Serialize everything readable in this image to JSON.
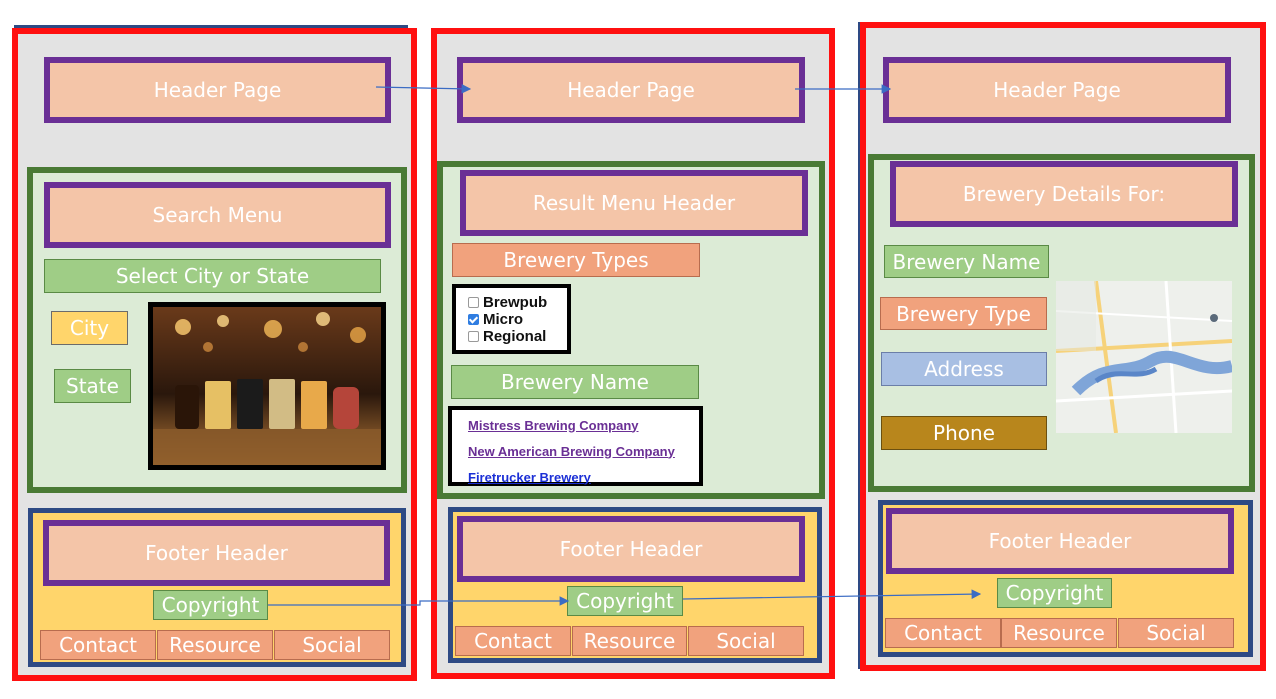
{
  "colors": {
    "page_border": "#ff1010",
    "header_fill": "#f4c5a8",
    "header_border": "#6a2f95",
    "section_border_green": "#4a7a35",
    "footer_border_blue": "#2e4a84",
    "footer_fill": "#ffd56b",
    "arrow": "#3b6cc4"
  },
  "page1": {
    "header": "Header Page",
    "search_menu": "Search Menu",
    "select_city_state": "Select City or State",
    "city": "City",
    "state": "State",
    "photo_icon": "beer-flight-photo",
    "footer_header": "Footer Header",
    "copyright": "Copyright",
    "footer_links": [
      "Contact",
      "Resource",
      "Social"
    ]
  },
  "page2": {
    "header": "Header Page",
    "result_menu_header": "Result Menu Header",
    "brewery_types": "Brewery Types",
    "type_options": [
      {
        "label": "Brewpub",
        "checked": false
      },
      {
        "label": "Micro",
        "checked": true
      },
      {
        "label": "Regional",
        "checked": false
      }
    ],
    "brewery_name": "Brewery Name",
    "brewery_links": [
      "Mistress Brewing Company",
      "New American Brewing Company",
      "Firetrucker Brewery"
    ],
    "footer_header": "Footer Header",
    "copyright": "Copyright",
    "footer_links": [
      "Contact",
      "Resource",
      "Social"
    ]
  },
  "page3": {
    "header": "Header Page",
    "details_header": "Brewery Details For:",
    "brewery_name": "Brewery Name",
    "brewery_type": "Brewery Type",
    "address": "Address",
    "phone": "Phone",
    "map_icon": "map-thumbnail",
    "footer_header": "Footer Header",
    "copyright": "Copyright",
    "footer_links": [
      "Contact",
      "Resource",
      "Social"
    ]
  }
}
